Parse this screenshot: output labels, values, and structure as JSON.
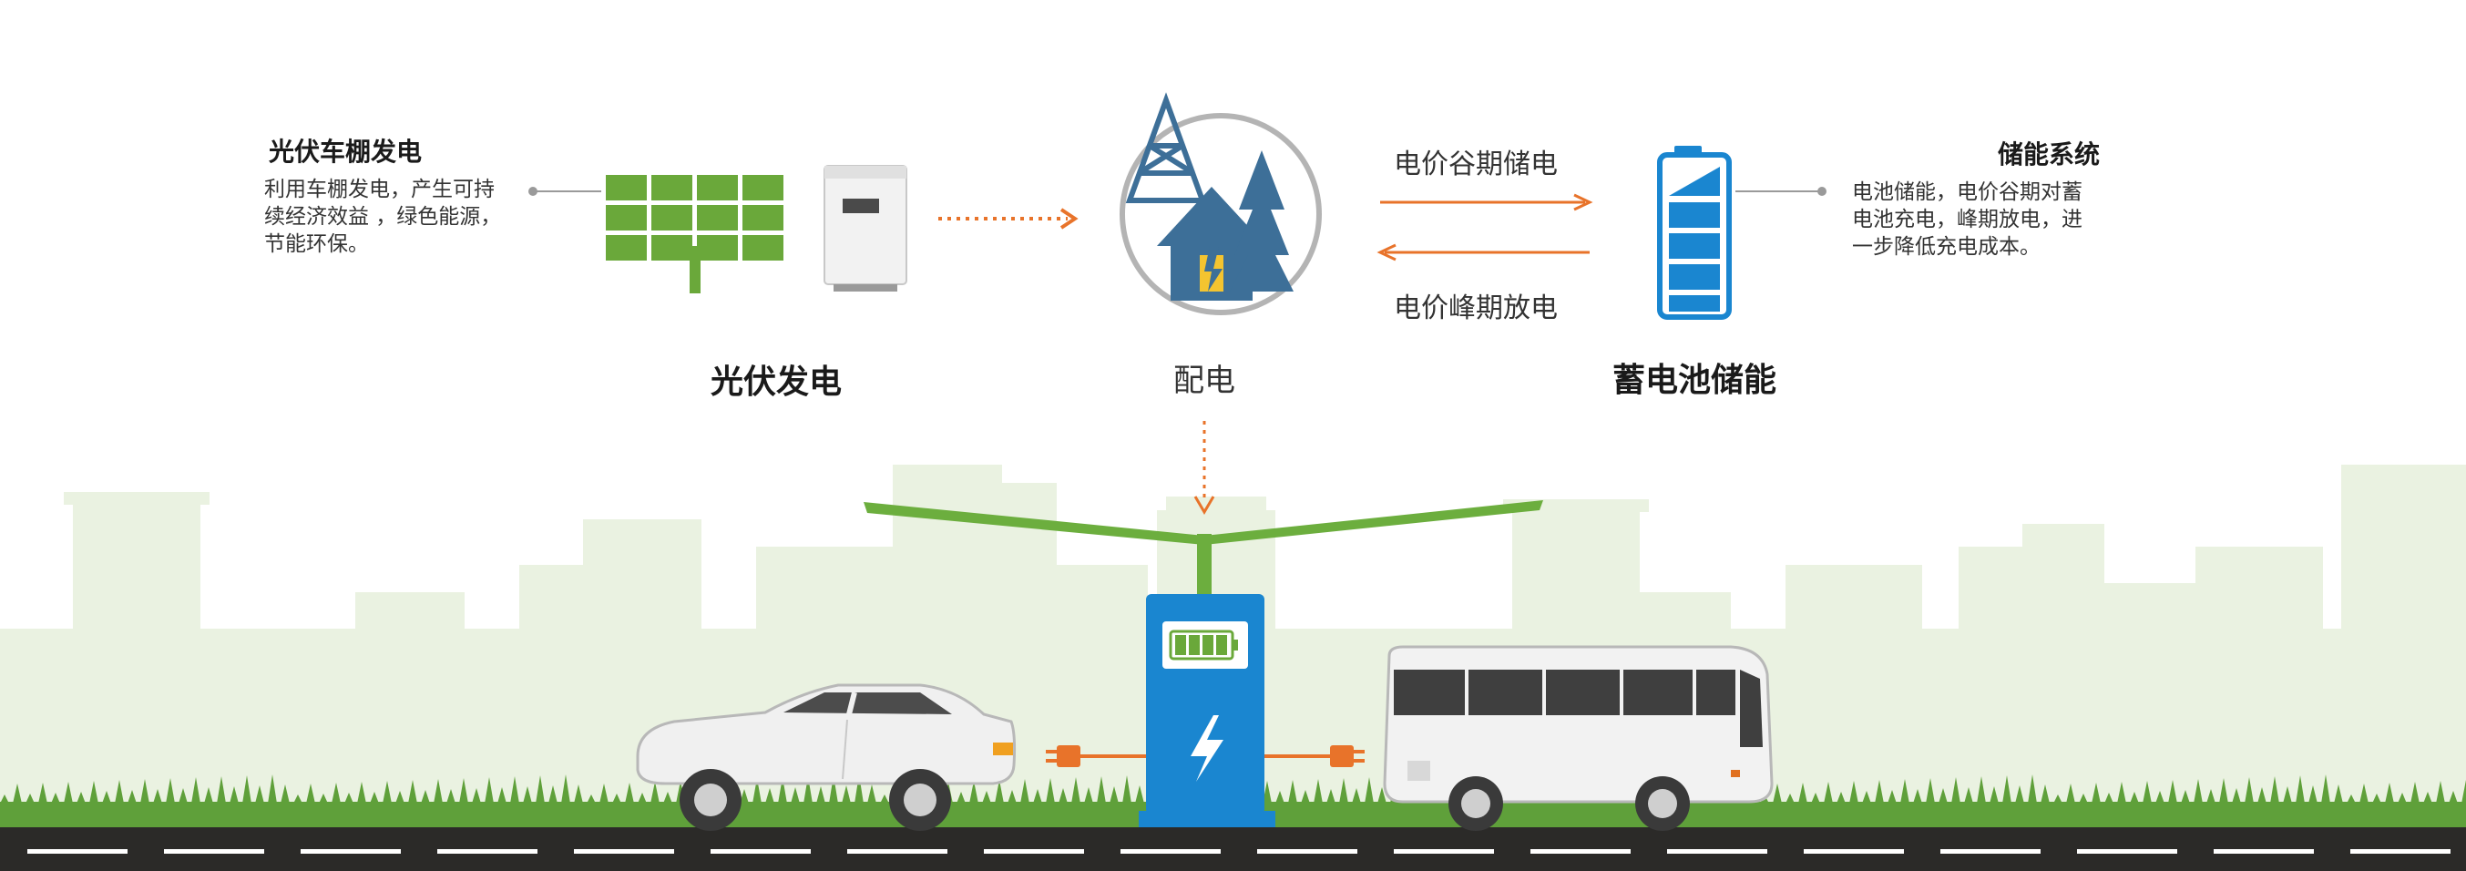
{
  "left_panel": {
    "title": "光伏车棚发电",
    "description_lines": [
      "利用车棚发电，产生可持",
      "续经济效益 ，绿色能源，",
      "节能环保。"
    ]
  },
  "right_panel": {
    "title": "储能系统",
    "description_lines": [
      "电池储能，电价谷期对蓄",
      "电池充电，峰期放电，进",
      "一步降低充电成本。"
    ]
  },
  "labels": {
    "solar": "光伏发电",
    "distribution": "配电",
    "battery": "蓄电池储能",
    "charge_offpeak": "电价谷期储电",
    "discharge_peak": "电价峰期放电"
  },
  "colors": {
    "accent_orange": "#e8732a",
    "solar_green": "#6aa83a",
    "canopy_green": "#6cae3e",
    "station_blue": "#1a86d0",
    "grid_icon_blue": "#3d6f98",
    "city_silhouette": "#eaf2e1",
    "road": "#2b2a28"
  },
  "icons": [
    "solar-panel-icon",
    "inverter-icon",
    "power-grid-icon",
    "battery-icon",
    "ev-charger-icon",
    "lightning-icon",
    "car-icon",
    "bus-icon",
    "plug-icon"
  ]
}
